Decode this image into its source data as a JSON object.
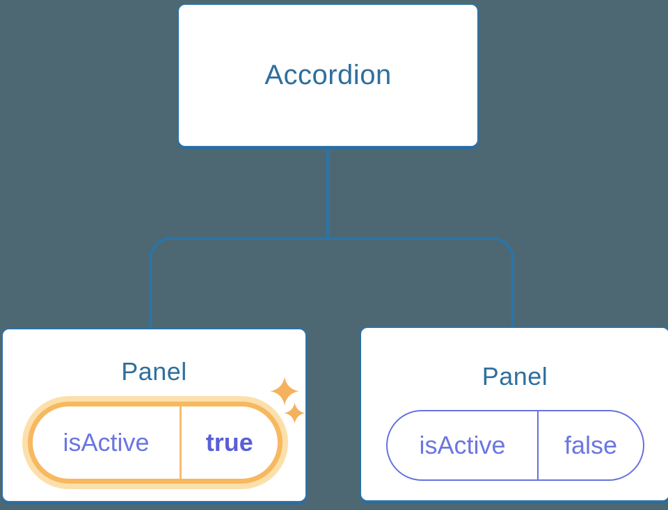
{
  "diagram": {
    "root": {
      "label": "Accordion"
    },
    "panels": [
      {
        "title": "Panel",
        "prop": {
          "key": "isActive",
          "value": "true"
        },
        "highlighted": true
      },
      {
        "title": "Panel",
        "prop": {
          "key": "isActive",
          "value": "false"
        },
        "highlighted": false
      }
    ],
    "icons": [
      "sparkle-icon"
    ],
    "colors": {
      "background": "#4d6872",
      "connector_blue": "#2b74a8",
      "node_border_blue": "#2f72a5",
      "node_text_blue": "#2e6f9d",
      "state_purple": "#6b76e0",
      "state_purple_bold": "#5a5ed6",
      "pill_border_purple": "#6571de",
      "highlight_orange": "#f7b85f",
      "highlight_halo": "#fce0ac",
      "sparkle_orange": "#f4b15e"
    }
  }
}
